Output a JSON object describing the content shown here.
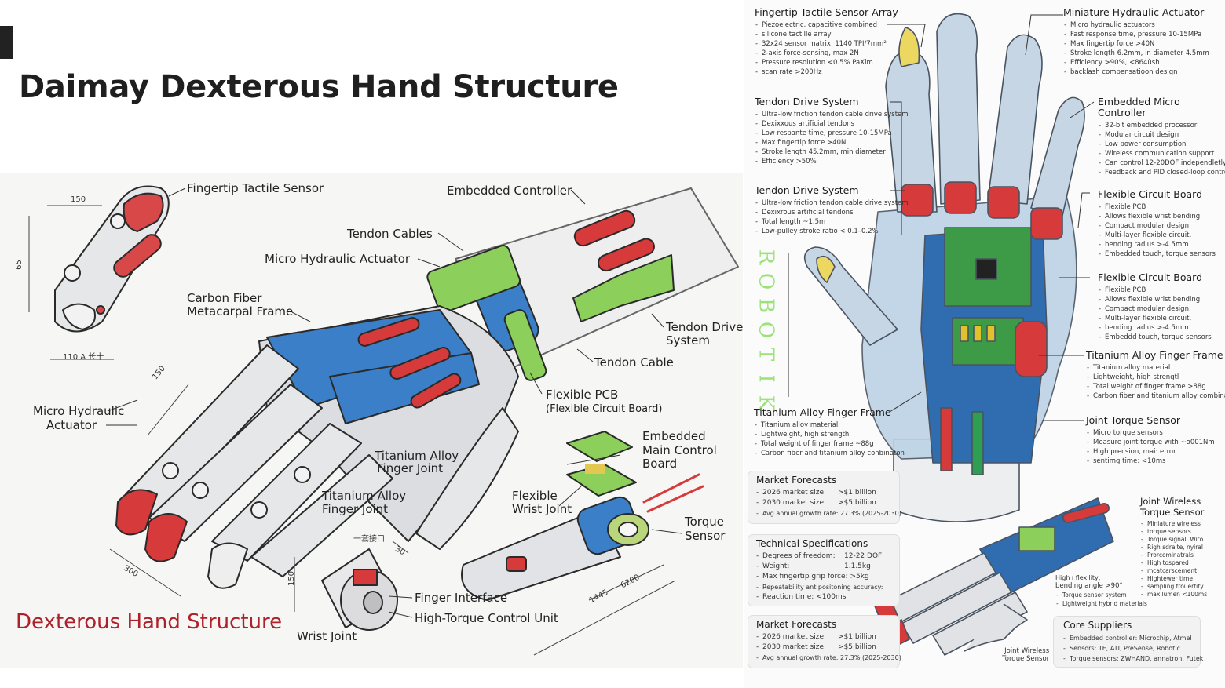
{
  "slide": {
    "title": "Daimay Dexterous Hand Structure"
  },
  "left_illustration": {
    "footer_title": "Dexterous Hand Structure",
    "labels": {
      "fingertip_tactile_sensor": "Fingertip Tactile Sensor",
      "embedded_controller": "Embedded Controller",
      "tendon_cables": "Tendon Cables",
      "micro_hydraulic_actuator_top": "Micro Hydraulic Actuator",
      "carbon_fiber_line1": "Carbon Fiber",
      "carbon_fiber_line2": "Metacarpal Frame",
      "tendon_drive_line1": "Tendon Drive",
      "tendon_drive_line2": "System",
      "tendon_cable": "Tendon Cable",
      "micro_hydraulic_left_line1": "Micro Hydraulic",
      "micro_hydraulic_left_line2": "Actuator",
      "flexible_pcb": "Flexible PCB",
      "flexible_pcb_sub": "(Flexible Circuit Board)",
      "embedded_main_line1": "Embedded",
      "embedded_main_line2": "Main Control",
      "embedded_main_line3": "Board",
      "titanium_joint_1_line1": "Titanium Alloy",
      "titanium_joint_1_line2": "Finger Joint",
      "titanium_joint_2_line1": "Titanium Alloy",
      "titanium_joint_2_line2": "Finger Joint",
      "flexible_wrist_line1": "Flexible",
      "flexible_wrist_line2": "Wrist Joint",
      "torque_sensor_line1": "Torque",
      "torque_sensor_line2": "Sensor",
      "finger_interface": "Finger Interface",
      "high_torque_unit": "High-Torque Control Unit",
      "wrist_joint": "Wrist Joint"
    },
    "dimensions": {
      "d150_top": "150",
      "d65": "65",
      "d110": "110 A 长十",
      "d150_mid": "150",
      "d300": "300",
      "d150_wrist": "150",
      "d30": "30",
      "cn_note": "一套接口",
      "d1445": "1445",
      "d6200": "6200"
    }
  },
  "right_panel": {
    "vertical_text": [
      "R",
      "O",
      "B",
      "O",
      "T",
      "I",
      "K"
    ],
    "sections": {
      "fingertip": {
        "title": "Fingertip Tactile Sensor Array",
        "items": [
          "Piezoelectric, capacitive combined",
          "silicone tactille array",
          "32x24 sensor matrix, 1140 TPI/7mm²",
          "2-axis force-sensing, max 2N",
          "Pressure resolution <0.5% PaXim",
          "scan rate >200Hz"
        ]
      },
      "mini_hydraulic": {
        "title": "Miniature Hydraulic Actuator",
        "items": [
          "Micro hydraulic actuators",
          "Fast response time, pressure 10-15MPa",
          "Max fingertip force >40N",
          "Stroke length 6.2mm, in diameter 4.5mm",
          "Efficiency >90%, <864ùsh",
          "backlash compensatioon design"
        ]
      },
      "tendon_1": {
        "title": "Tendon Drive System",
        "items": [
          "Ultra-low friction tendon cable drive system",
          "Dexixxous artificial tendons",
          "Low respante time, pressure 10-15MPa",
          "Max fingertip force >40N",
          "Stroke length 45.2mm, min diameter",
          "Efficiency >50%"
        ]
      },
      "tendon_2": {
        "title": "Tendon Drive System",
        "items": [
          "Ultra-low friction tendon cable drive system",
          "Dexixrous artificial tendons",
          "Total length ~1.5m",
          "Low-pulley stroke ratio < 0.1–0.2%"
        ]
      },
      "embedded_micro": {
        "title_line1": "Embedded Micro",
        "title_line2": "Controller",
        "items": [
          "32-bit embedded processor",
          "Modular circuit design",
          "Low power consumption",
          "Wireless communication support",
          "Can control 12-20DOF independletly,",
          "Feedback and PID closed-loop contro"
        ]
      },
      "flex_board_1": {
        "title": "Flexible Circuit Board",
        "items": [
          "Flexible PCB",
          "Allows flexible wrist bending",
          "Compact modular design",
          "Multi-layer flexible circuit,",
          "bending radius >-4.5mm",
          "Embedded touch, torque sensors"
        ]
      },
      "flex_board_2": {
        "title": "Flexible Circuit Board",
        "items": [
          "Flexible PCB",
          "Allows flexible wrist bending",
          "Compact modular design",
          "Multi-layer flexible circuit,",
          "bending radius >-4.5mm",
          "Embeddd touch, torque sensors"
        ]
      },
      "titanium_right": {
        "title": "Titanium Alloy Finger Frame",
        "items": [
          "Titanium alloy material",
          "Lightweight, high strengtl",
          "Total weight of finger frame >88g",
          "Carbon fiber and titanium alloy combinat"
        ]
      },
      "titanium_left": {
        "title": "Titanium Alloy Finger Frame",
        "items": [
          "Titanium alloy material",
          "Lightweight, high strength",
          "Total weight of finger frame ~88g",
          "Carbon fiber and titanium alloy conbinaton"
        ]
      },
      "joint_torque": {
        "title": "Joint Torque Sensor",
        "items": [
          "Micro torque sensors",
          "Measure joint torque with ~o001Nm",
          "High precsion, mai: error",
          "sentimg time: <10ms"
        ]
      },
      "joint_wireless": {
        "title_line1": "Joint Wireless",
        "title_line2": "Torque Sensor",
        "items": [
          "Miniature wireless",
          "torque sensors",
          "Torque signal, Wito",
          "Righ sdralte, nyiral",
          "Prorcominatrals",
          "High tospared",
          "mcatcarscement",
          "Hightewer time",
          "sampling frouertity",
          "maxilumen <100ms"
        ]
      },
      "flex_note": {
        "line1": "High ı flexility,",
        "line2": "bending angle >90°",
        "items": [
          "Torque sensor system",
          "Lightweight hybrid materials"
        ]
      },
      "bottom_callout": {
        "line1": "Joint Wireless",
        "line2": "Torque Sensor"
      }
    },
    "boxes": {
      "market_1": {
        "title": "Market Forecasts",
        "rows": [
          {
            "key": "2026 market size:",
            "value": ">$1 billion"
          },
          {
            "key": "2030 market size:",
            "value": ">$5 billion"
          },
          {
            "key": "Avg annual growth rate:",
            "value": "27.3% (2025-2030)"
          }
        ]
      },
      "tech_specs": {
        "title": "Technical Specifications",
        "rows": [
          {
            "key": "Degrees of freedom:",
            "value": "12-22 DOF"
          },
          {
            "key": "Weight:",
            "value": "1.1.5kg"
          },
          {
            "key": "Max fingertip grip force:",
            "value": ">5kg"
          },
          {
            "key": "Repeatability ant positoning accuracy:",
            "value": ""
          },
          {
            "key": "Reaction time:",
            "value": "<100ms"
          }
        ]
      },
      "market_2": {
        "title": "Market Forecasts",
        "rows": [
          {
            "key": "2026 market size:",
            "value": ">$1 billion"
          },
          {
            "key": "2030 market size:",
            "value": ">$5 billion"
          },
          {
            "key": "Avg annual growth rate:",
            "value": "27.3% (2025-2030)"
          }
        ]
      },
      "suppliers": {
        "title": "Core Suppliers",
        "rows": [
          {
            "key": "Embedded controller:",
            "value": "Microchip, Atmel"
          },
          {
            "key": "Sensors:",
            "value": "TE, ATI, PreSense, Robotic"
          },
          {
            "key": "Torque sensors:",
            "value": "ZWHAND, annatron, Futek"
          }
        ]
      }
    }
  },
  "colors": {
    "title_text": "#1f1f1f",
    "footer_red": "#b0202a",
    "robotik_green": "#9be27a",
    "actuator_red": "#d63a3a",
    "frame_blue": "#3a7fc8",
    "pcb_green": "#8ccf5a",
    "metal_grey": "#c9cbcf"
  }
}
